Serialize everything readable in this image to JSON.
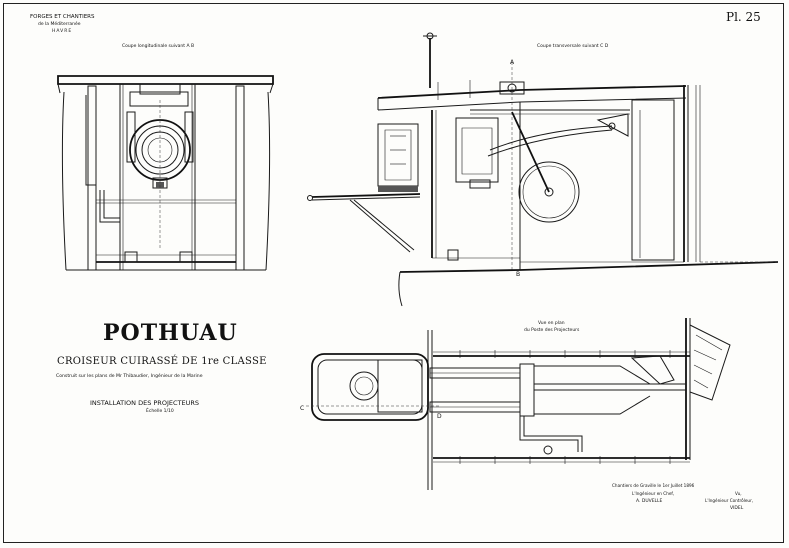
{
  "sheet": {
    "plate_number": "Pl. 25",
    "header": {
      "line1": "FORGES ET CHANTIERS",
      "line2": "de la Méditerranée",
      "line3": "HAVRE"
    },
    "title_block": {
      "ship_name": "POTHUAU",
      "subtitle": "CROISEUR CUIRASSÉ DE 1re CLASSE",
      "credit": "Construit sur les plans de Mr Thibaudier, Ingénieur de la Marine",
      "installation": "INSTALLATION DES PROJECTEURS",
      "scale": "Échelle 1/10"
    },
    "views": {
      "longitudinal": "Coupe longitudinale suivant A B",
      "transverse": "Coupe transversale suivant C D",
      "plan": "Vue en plan",
      "plan_sub": "du Poste des Projecteurs"
    },
    "markers": {
      "a": "A",
      "b": "B",
      "c": "C",
      "d": "D"
    },
    "signatures": {
      "left_line1": "Chantiers de Graville le 1er Juillet 1896",
      "left_line2": "L'Ingénieur en Chef,",
      "left_line3": "A. DUVELLE",
      "right_line1": "Vu,",
      "right_line2": "L'Ingénieur Contrôleur,",
      "right_line3": "VIDEL"
    }
  }
}
